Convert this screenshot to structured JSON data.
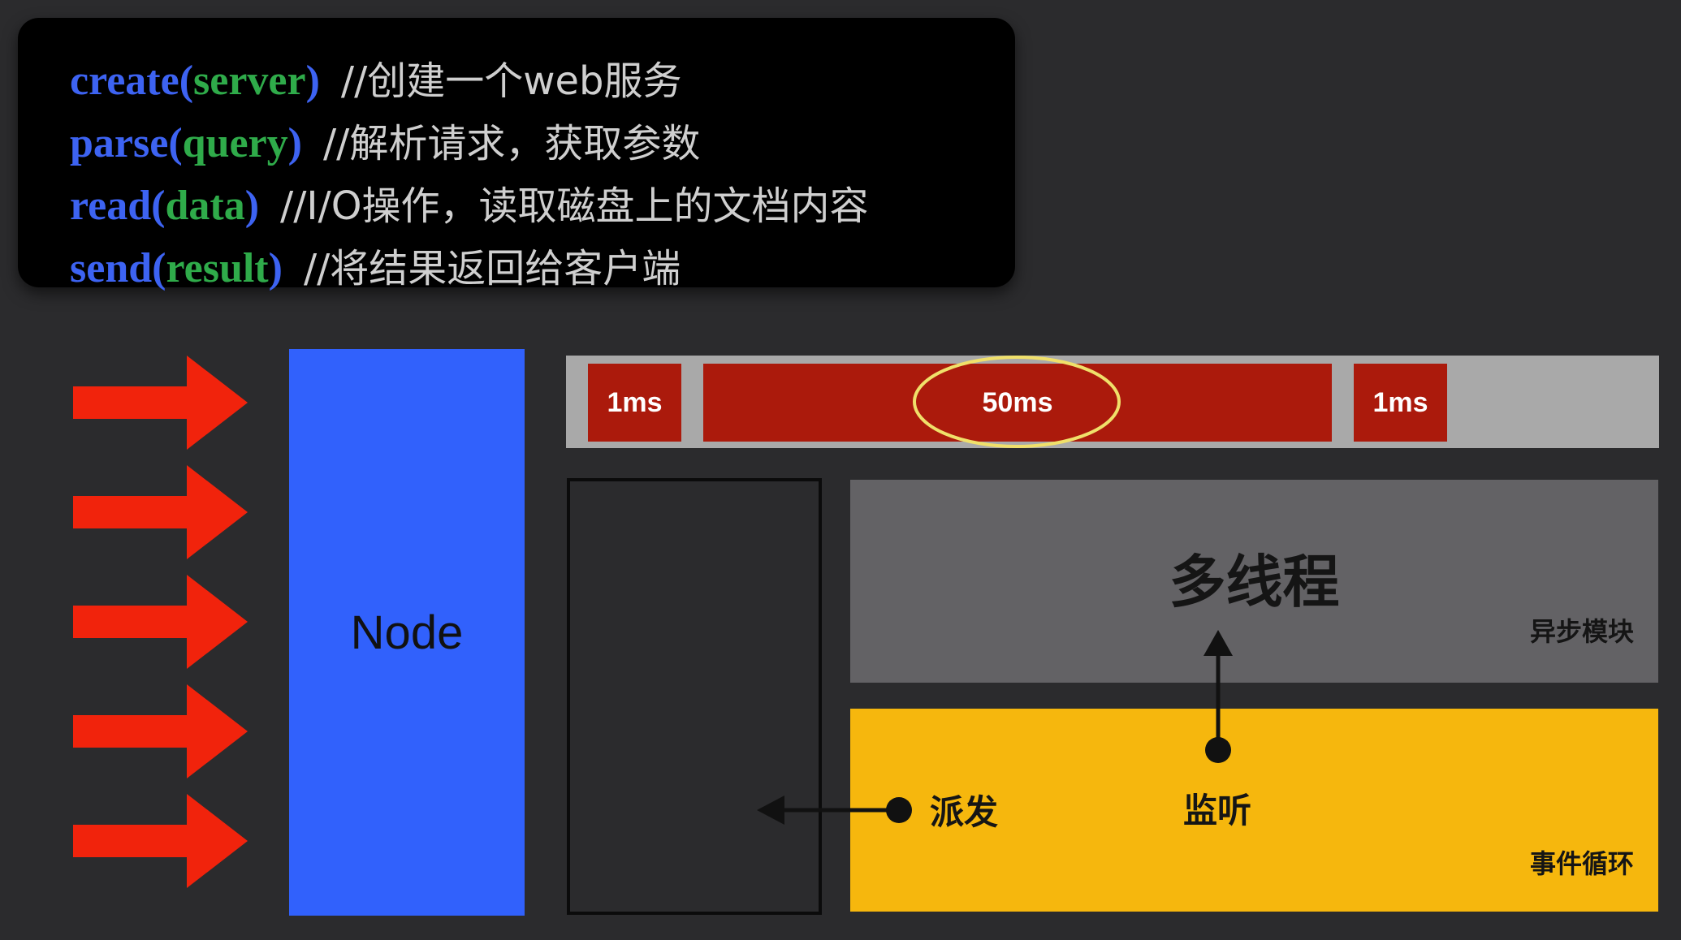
{
  "code": [
    {
      "fn": "create",
      "arg": "server",
      "comment": "//创建一个web服务"
    },
    {
      "fn": "parse",
      "arg": "query",
      "comment": "//解析请求，获取参数"
    },
    {
      "fn": "read",
      "arg": "data",
      "comment": "//I/O操作，读取磁盘上的文档内容"
    },
    {
      "fn": "send",
      "arg": "result",
      "comment": "//将结果返回给客户端"
    }
  ],
  "node": {
    "label": "Node"
  },
  "timeline": {
    "segments": [
      {
        "label": "1ms",
        "highlighted": false
      },
      {
        "label": "50ms",
        "highlighted": true
      },
      {
        "label": "1ms",
        "highlighted": false
      }
    ]
  },
  "async_module": {
    "title": "多线程",
    "label": "异步模块"
  },
  "event_loop": {
    "label": "事件循环",
    "dispatch": "派发",
    "listen": "监听"
  },
  "colors": {
    "background": "#2b2b2d",
    "request_arrow": "#f1230c",
    "node": "#3161fc",
    "timeline_bar": "#a9a9a9",
    "timeline_segment": "#ab1a0c",
    "highlight": "#f0e06a",
    "async_module": "#636265",
    "event_loop": "#f6b70d",
    "code_function": "#3d63f2",
    "code_argument": "#2fab4a",
    "code_comment": "#cfcfcf"
  },
  "request_arrow_count": 5
}
